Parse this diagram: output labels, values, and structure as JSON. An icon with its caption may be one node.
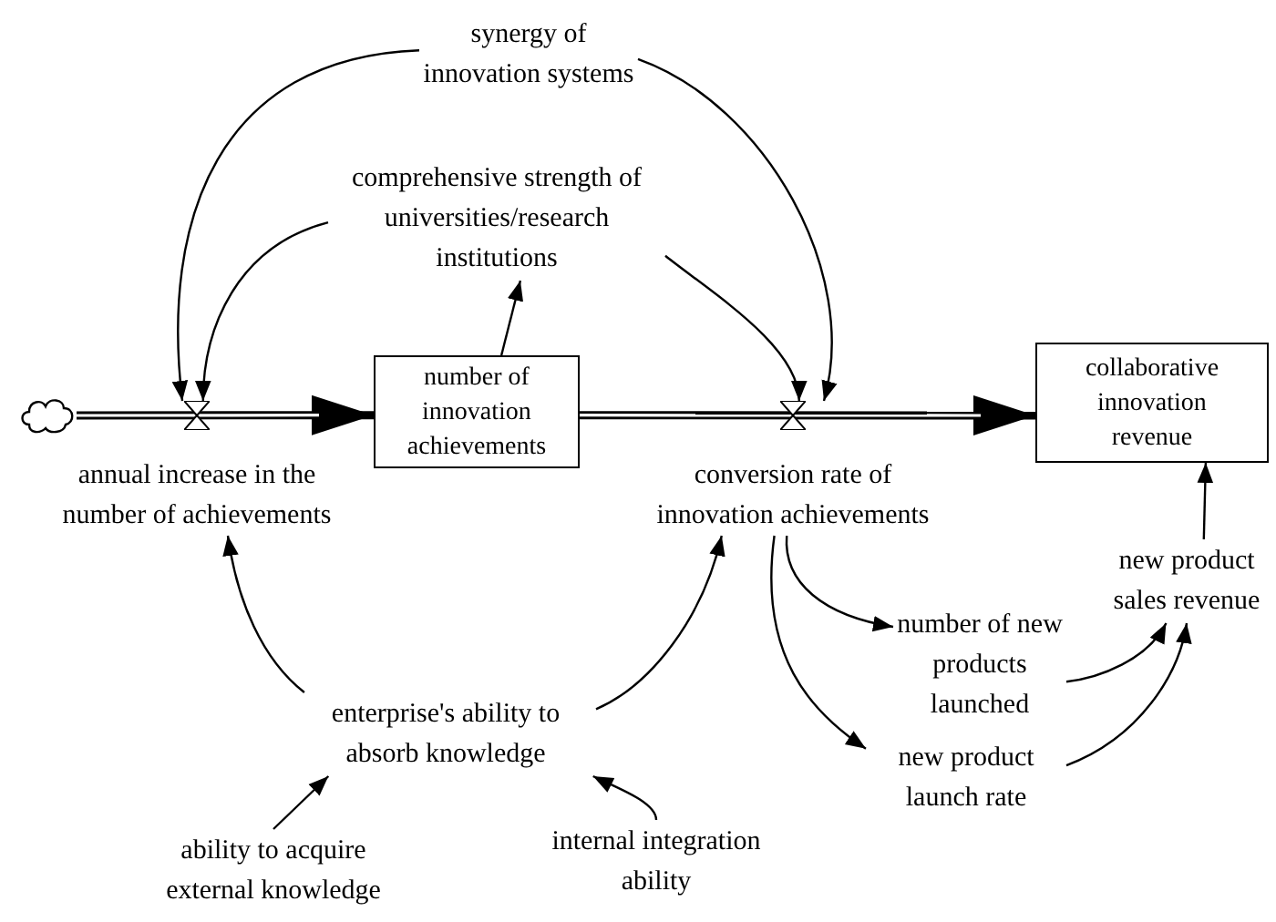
{
  "diagram": {
    "nodes": [
      {
        "text": [],
        "shape": "cloud"
      },
      {
        "text": [
          "annual increase in the number of achievements"
        ]
      },
      {
        "text": [
          "number of innovation achievements"
        ]
      },
      {
        "text": [
          "synergy of innovation systems"
        ]
      },
      {
        "text": [
          "comprehensive strength of universities/research institutions"
        ]
      },
      {
        "text": [
          "conversion rate of innovation achievements"
        ]
      },
      {
        "text": [
          "collaborative innovation revenue"
        ]
      },
      {
        "text": [
          "new product sales revenue"
        ]
      },
      {
        "text": [
          "number of new products launched"
        ]
      },
      {
        "text": [
          "new product launch rate"
        ]
      },
      {
        "text": [
          "enterprise's ability to absorb knowledge"
        ]
      },
      {
        "text": [
          "ability to acquire external knowledge"
        ]
      },
      {
        "text": [
          "internal integration ability"
        ]
      }
    ],
    "edges": [
      {
        "from": 0,
        "to": 2,
        "arrow": "to",
        "style": "thick"
      },
      {
        "from": 2,
        "to": 6,
        "arrow": "to",
        "style": "thick"
      },
      {
        "from": 3,
        "to": 1,
        "arrow": "to"
      },
      {
        "from": 4,
        "to": 1,
        "arrow": "to"
      },
      {
        "from": 2,
        "to": 4,
        "arrow": "to"
      },
      {
        "from": 3,
        "to": 5,
        "arrow": "to"
      },
      {
        "from": 4,
        "to": 5,
        "arrow": "to"
      },
      {
        "from": 10,
        "to": 1,
        "arrow": "to"
      },
      {
        "from": 10,
        "to": 5,
        "arrow": "to"
      },
      {
        "from": 11,
        "to": 10,
        "arrow": "to"
      },
      {
        "from": 12,
        "to": 10,
        "arrow": "to"
      },
      {
        "from": 5,
        "to": 8,
        "arrow": "to"
      },
      {
        "from": 5,
        "to": 9,
        "arrow": "to"
      },
      {
        "from": 8,
        "to": 7,
        "arrow": "to"
      },
      {
        "from": 9,
        "to": 7,
        "arrow": "to"
      },
      {
        "from": 7,
        "to": 6,
        "arrow": "to"
      }
    ]
  }
}
